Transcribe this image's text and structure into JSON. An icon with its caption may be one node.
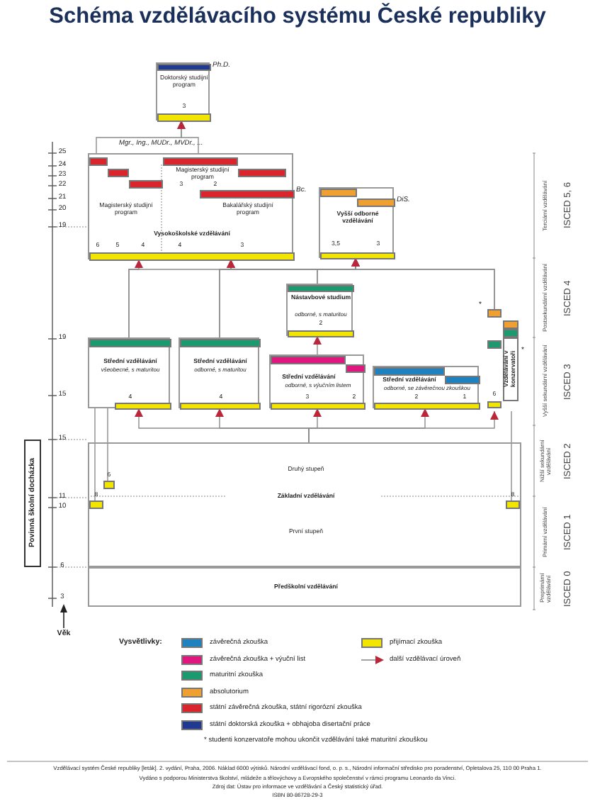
{
  "diagram": {
    "title": "Schéma vzdělávacího systému České republiky",
    "nodes": [
      {
        "text": [
          "Doktorský studijní program",
          "3"
        ],
        "beside": [
          "Ph.D."
        ]
      },
      {
        "text": [
          "Vysokoškolské vzdělávání",
          "6",
          "5",
          "4",
          "4",
          "3"
        ]
      },
      {
        "text": [
          "Magisterský studijní program"
        ],
        "in": 1
      },
      {
        "text": [
          "Magisterský studijní program",
          "3",
          "2"
        ],
        "in": 1
      },
      {
        "text": [
          "Bakalářský studijní program"
        ],
        "in": 1,
        "beside": [
          "Bc."
        ]
      },
      {
        "text": [
          "Vyšší odborné vzdělávání",
          "3,5",
          "3"
        ],
        "beside": [
          "DiS."
        ]
      },
      {
        "text": [
          "Nástavbové studium",
          "odborné, s maturitou",
          "2"
        ]
      },
      {
        "text": [
          "Střední vzdělávání",
          "všeobecné, s maturitou",
          "4"
        ]
      },
      {
        "text": [
          "Střední vzdělávání",
          "odborné, s maturitou",
          "4"
        ]
      },
      {
        "text": [
          "Střední vzdělávání",
          "odborné, s výučním listem",
          "3",
          "2"
        ]
      },
      {
        "text": [
          "Střední vzdělávání",
          "odborné, se závěrečnou zkouškou",
          "2",
          "1"
        ]
      },
      {
        "text": [
          "Vzdělávání v konzervatoři",
          "6"
        ],
        "beside": [
          "*",
          "*"
        ]
      },
      {
        "text": [
          "Základní vzdělávání"
        ]
      },
      {
        "text": [
          "Druhý stupeň"
        ],
        "in": 12
      },
      {
        "text": [
          "První stupeň"
        ],
        "in": 12
      },
      {
        "text": [
          "Předškolní vzdělávání"
        ]
      },
      {
        "text": [
          "8"
        ],
        "in": 12
      },
      {
        "text": [
          "6"
        ],
        "in": 12
      },
      {
        "text": [
          "8"
        ],
        "in": 12
      }
    ],
    "edges": [
      {
        "from": 2,
        "to": 0,
        "arrow": "to"
      },
      {
        "from": 3,
        "to": 0,
        "arrow": "to"
      },
      {
        "from": 7,
        "to": 1,
        "arrow": "to"
      },
      {
        "from": 8,
        "to": 1,
        "arrow": "to"
      },
      {
        "from": 6,
        "to": 1,
        "arrow": "to"
      },
      {
        "from": 11,
        "to": 1,
        "arrow": "to"
      },
      {
        "from": 7,
        "to": 5,
        "arrow": "to"
      },
      {
        "from": 8,
        "to": 5,
        "arrow": "to"
      },
      {
        "from": 6,
        "to": 5,
        "arrow": "to"
      },
      {
        "from": 11,
        "to": 5,
        "arrow": "to"
      },
      {
        "from": 9,
        "to": 6,
        "arrow": "to"
      },
      {
        "from": 13,
        "to": 7,
        "arrow": "to"
      },
      {
        "from": 13,
        "to": 8,
        "arrow": "to"
      },
      {
        "from": 13,
        "to": 9,
        "arrow": "to"
      },
      {
        "from": 13,
        "to": 10,
        "arrow": "to"
      },
      {
        "from": 13,
        "to": 11,
        "arrow": "to"
      },
      {
        "from": 16,
        "to": 7,
        "arrow": "none"
      },
      {
        "from": 17,
        "to": 7,
        "arrow": "none"
      },
      {
        "from": 18,
        "to": 11,
        "arrow": "none"
      }
    ],
    "labels": [
      "Mgr., Ing., MUDr., MVDr., ...",
      "25",
      "24",
      "23",
      "22",
      "21",
      "20",
      "19",
      "19",
      "15",
      "15",
      "11",
      "10",
      "6",
      "3",
      "Věk",
      "Povinná školní docházka",
      "Terciární vzdělávání",
      "ISCED 5, 6",
      "Postsekundární vzdělávání",
      "ISCED 4",
      "Vyšší sekundární vzdělávání",
      "ISCED 3",
      "Nižší sekundární vzdělávání",
      "ISCED 2",
      "Primární vzdělávání",
      "ISCED 1",
      "Preprimární vzdělávání",
      "ISCED 0",
      "Vysvětlivky:",
      "* studenti konzervatoře mohou ukončit vzdělávání také maturitní zkouškou",
      "Vzdělávací systém České republiky [leták]. 2. vydání, Praha, 2006. Náklad 6000 výtisků. Národní vzdělávací fond, o. p. s., Národní informační středisko pro poradenství, Opletalova 25, 110 00 Praha 1.",
      "Vydáno s podporou Ministerstva školství, mládeže a tělovýchovy a Evropského společenství v rámci programu Leonardo da Vinci.",
      "Zdroj dat: Ústav pro informace ve vzdělávání a Český statistický úřad.",
      "ISBN 80-86728-29-3"
    ],
    "legend": [
      {
        "text": "závěrečná zkouška",
        "color": "#1f82c0"
      },
      {
        "text": "závěrečná zkouška + výuční list",
        "color": "#e0177f"
      },
      {
        "text": "maturitní zkouška",
        "color": "#1a9a6e"
      },
      {
        "text": "absolutorium",
        "color": "#f0a030"
      },
      {
        "text": "státní závěrečná zkouška, státní rigorózní zkouška",
        "color": "#d9252b"
      },
      {
        "text": "státní doktorská zkouška + obhajoba disertační práce",
        "color": "#1f3a8f"
      },
      {
        "text": "přijímací zkouška",
        "color": "#f2e600"
      },
      {
        "text": "další vzdělávací úroveň"
      }
    ]
  }
}
